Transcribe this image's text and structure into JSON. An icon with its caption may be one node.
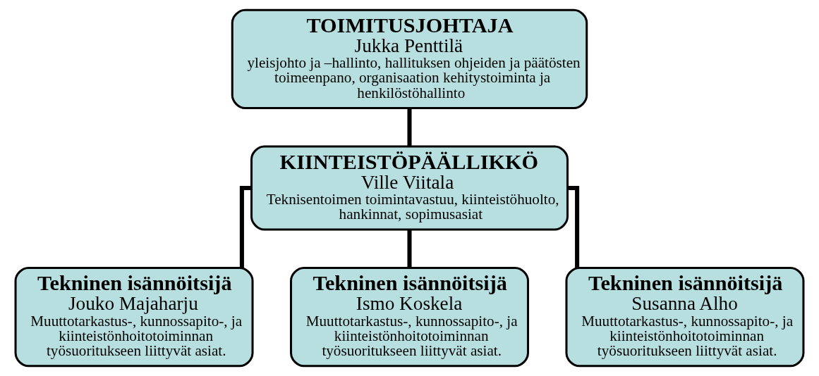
{
  "diagram": {
    "nodes": [
      {
        "text": [
          "TOIMITUSJOHTAJA",
          "Jukka Penttilä",
          "yleisjohto ja –hallinto, hallituksen ohjeiden ja päätösten toimeenpano, organisaation kehitystoiminta ja henkilöstöhallinto"
        ]
      },
      {
        "text": [
          "KIINTEISTÖPÄÄLLIKKÖ",
          "Ville Viitala",
          "Teknisentoimen toimintavastuu, kiinteistöhuolto, hankinnat, sopimusasiat"
        ]
      },
      {
        "text": [
          "Tekninen isännöitsijä",
          "Jouko Majaharju",
          "Muuttotarkastus-, kunnossapito-, ja kiinteistönhoitotoiminnan työsuoritukseen liittyvät asiat."
        ]
      },
      {
        "text": [
          "Tekninen isännöitsijä",
          "Ismo Koskela",
          "Muuttotarkastus-, kunnossapito-, ja kiinteistönhoitotoiminnan työsuoritukseen liittyvät asiat."
        ]
      },
      {
        "text": [
          "Tekninen isännöitsijä",
          "Susanna Alho",
          "Muuttotarkastus-, kunnossapito-, ja kiinteistönhoitotoiminnan työsuoritukseen liittyvät asiat."
        ]
      }
    ],
    "edges": [
      {
        "from": 0,
        "to": 1,
        "arrow": "none"
      },
      {
        "from": 1,
        "to": 2,
        "arrow": "none"
      },
      {
        "from": 1,
        "to": 3,
        "arrow": "none"
      },
      {
        "from": 1,
        "to": 4,
        "arrow": "none"
      }
    ]
  }
}
